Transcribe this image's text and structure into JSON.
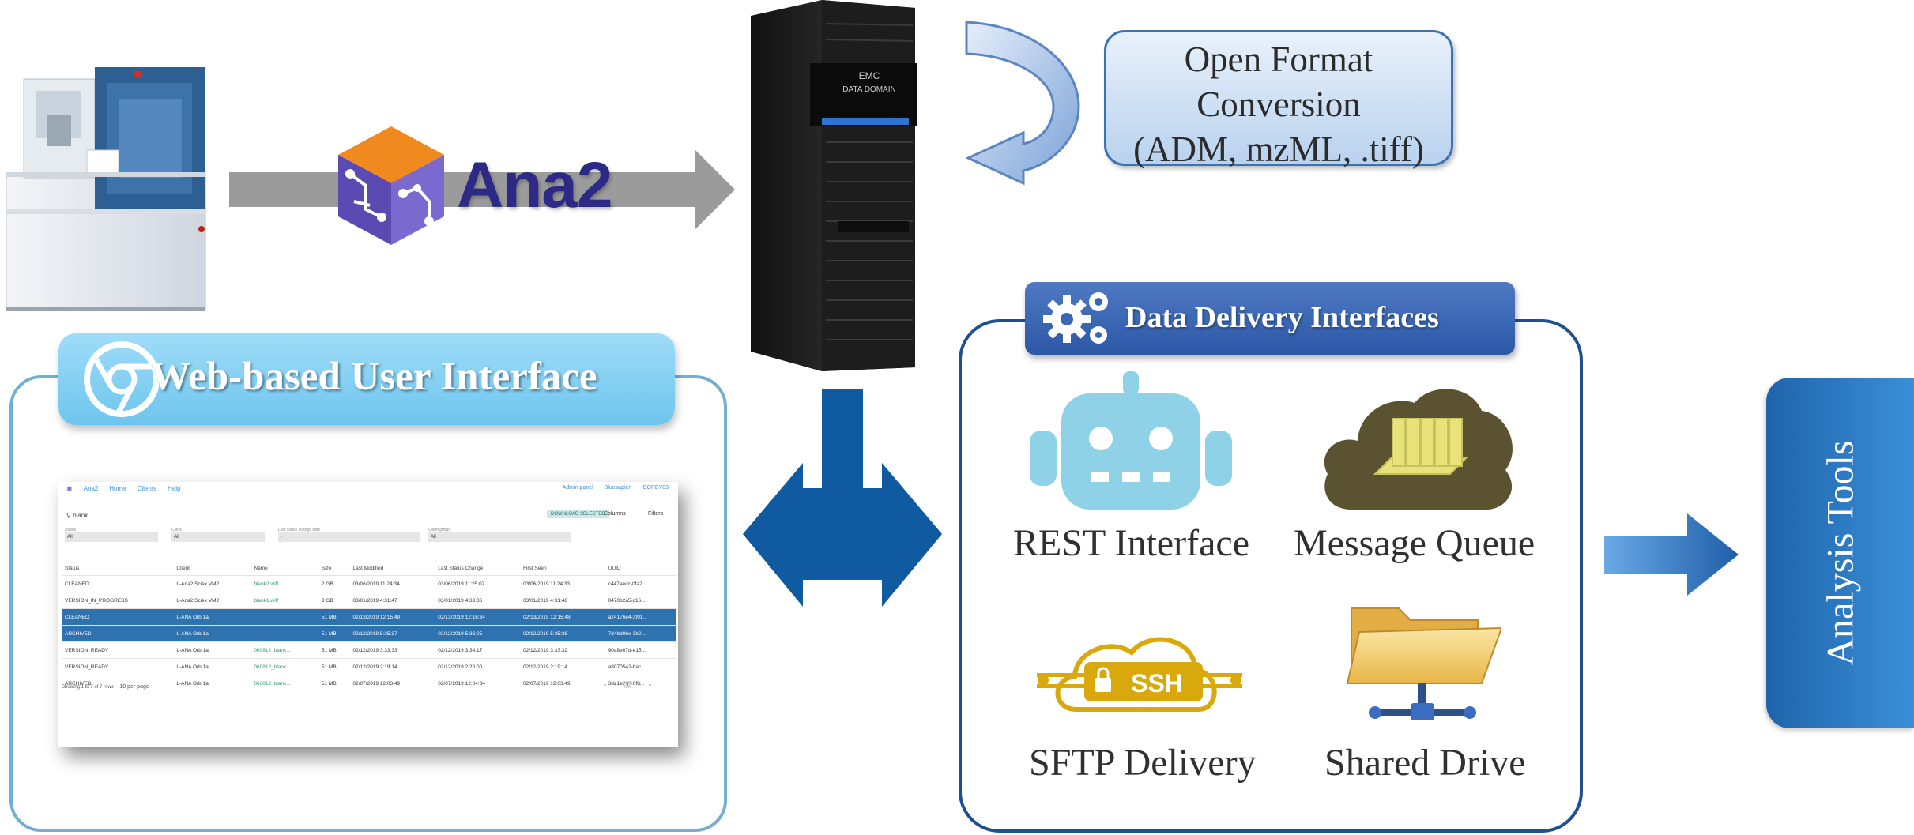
{
  "ana2_logo": {
    "text": "Ana2"
  },
  "open_format": {
    "line1": "Open Format",
    "line2": "Conversion",
    "line3": "(ADM, mzML, .tiff)"
  },
  "web_ui": {
    "title": "Web-based User Interface",
    "screenshot": {
      "nav": [
        "Ana2",
        "Home",
        "Clients",
        "Help"
      ],
      "nav_right": [
        "Admin panel",
        "Bluesapien",
        "COREY03"
      ],
      "search_text": "blank",
      "download_button": "DOWNLOAD SELECTED",
      "columns_button": "Columns",
      "filters_button": "Filters",
      "filters": [
        {
          "label": "Status",
          "value": "All"
        },
        {
          "label": "Client",
          "value": "All"
        },
        {
          "label": "Last status change date",
          "value": "-"
        },
        {
          "label": "Client group",
          "value": "All"
        }
      ],
      "headers": [
        "Status",
        "Client",
        "Name",
        "Size",
        "Last Modified",
        "Last Status Change",
        "First Seen",
        "UUID"
      ],
      "rows": [
        [
          "CLEANED",
          "L-Ana2 Sciex VM2",
          "blank2.wiff",
          "2 GB",
          "03/06/2019 11:24:34",
          "03/06/2019 11:25:07",
          "03/06/2019 11:24:33",
          "c447aedc-0fa2..."
        ],
        [
          "VERSION_IN_PROGRESS",
          "L-Ana2 Sciex VM2",
          "blank1.wiff",
          "3 GB",
          "03/01/2019 4:31:47",
          "03/01/2019 4:33:36",
          "03/01/2019 4:31:46",
          "0470b2a5-c16..."
        ],
        [
          "CLEANED",
          "L-ANA Orb 1a",
          "",
          "51 MB",
          "02/13/2019 12:15:49",
          "02/13/2019 12:16:34",
          "02/13/2019 12:15:48",
          "a24176e4-3f01..."
        ],
        [
          "ARCHIVED",
          "L-ANA Orb 1a",
          "",
          "51 MB",
          "02/12/2019 5:35:37",
          "02/12/2019 5:36:05",
          "02/12/2019 5:35:36",
          "7d4bd0be-3b0..."
        ],
        [
          "VERSION_READY",
          "L-ANA Orb 1a",
          "060812_blank...",
          "51 MB",
          "02/12/2019 3:33:33",
          "02/12/2019 3:34:17",
          "02/12/2019 3:33:32",
          "90a8e07d-e15..."
        ],
        [
          "VERSION_READY",
          "L-ANA Orb 1a",
          "060812_blank...",
          "51 MB",
          "02/12/2019 2:19:14",
          "02/12/2019 2:20:00",
          "02/12/2019 2:19:14",
          "a8070542-bac..."
        ],
        [
          "ARCHIVED",
          "L-ANA Orb 1a",
          "060812_blank...",
          "51 MB",
          "02/07/2019 12:03:49",
          "02/07/2019 12:04:34",
          "02/07/2019 12:03:49",
          "3da1e382-0f8..."
        ]
      ],
      "selected_rows": [
        2,
        3
      ],
      "footer": "Showing 1 to 7 of 7 rows",
      "per_page": "10 per page",
      "page": "1"
    }
  },
  "data_delivery": {
    "title": "Data Delivery Interfaces",
    "rest_label": "REST Interface",
    "mq_label": "Message Queue",
    "sftp_label": "SFTP Delivery",
    "ssh_badge": "SSH",
    "shared_label": "Shared Drive"
  },
  "analysis": {
    "title": "Analysis Tools"
  },
  "server": {
    "brand": "EMC",
    "model": "DATA DOMAIN"
  },
  "colors": {
    "dark_blue": "#1f4f8f",
    "arrow_blue": "#0f5aa0",
    "light_blue": "#74aed0",
    "ana2_navy": "#2c2a86",
    "ana2_orange": "#f08a1e",
    "ana2_purple": "#6a5bc0"
  }
}
